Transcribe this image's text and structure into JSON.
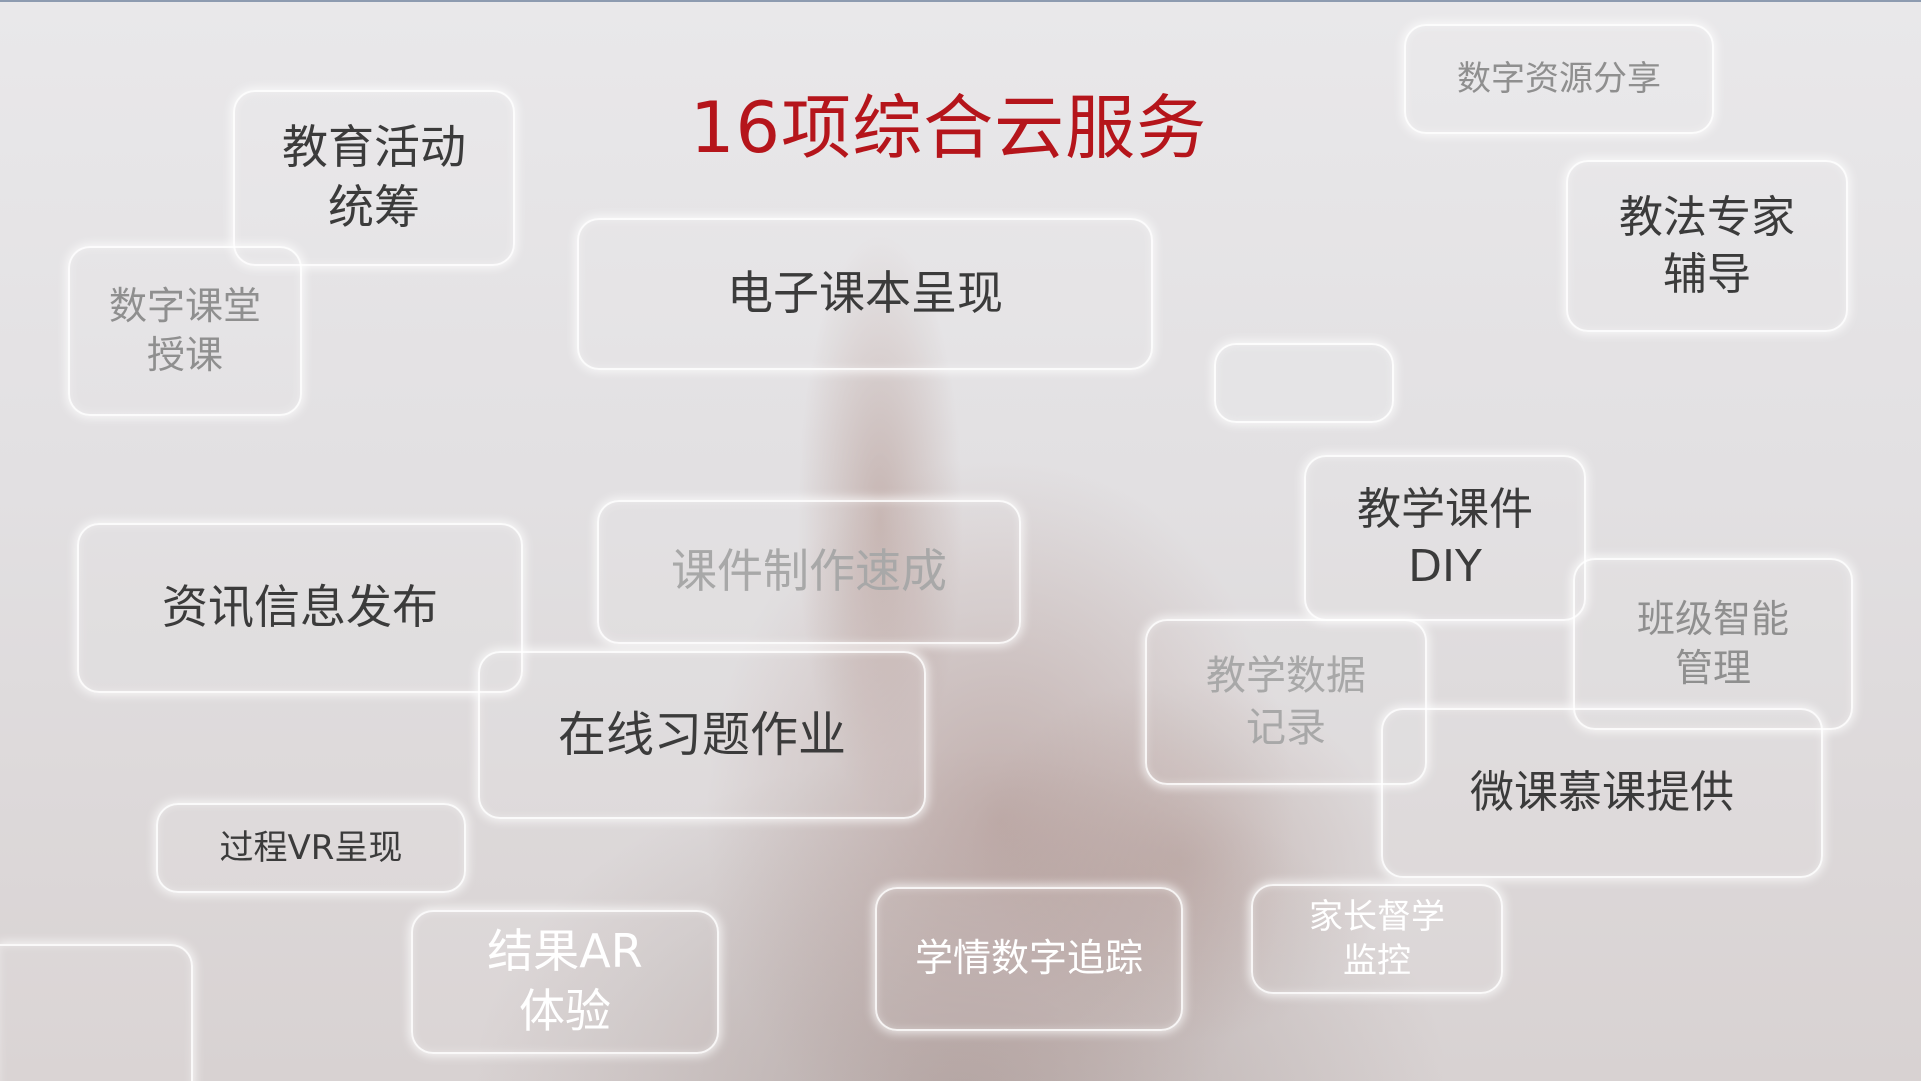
{
  "title": "16项综合云服务",
  "colors": {
    "title": "#b5151b",
    "text_dark": "#3b3b3b",
    "text_dim": "#8f8f8f",
    "box_border": "#ffffff"
  },
  "services": {
    "s01": "教育活动\n统筹",
    "s02": "数字课堂\n授课",
    "s03": "电子课本呈现",
    "s04": "数字资源分享",
    "s05": "教法专家\n辅导",
    "s06": "资讯信息发布",
    "s07": "课件制作速成",
    "s08": "在线习题作业",
    "s09": "教学课件\nDIY",
    "s10": "班级智能\n管理",
    "s11": "教学数据\n记录",
    "s12": "微课慕课提供",
    "s13": "过程VR呈现",
    "s14": "结果AR\n体验",
    "s15": "学情数字追踪",
    "s16": "家长督学\n监控"
  }
}
